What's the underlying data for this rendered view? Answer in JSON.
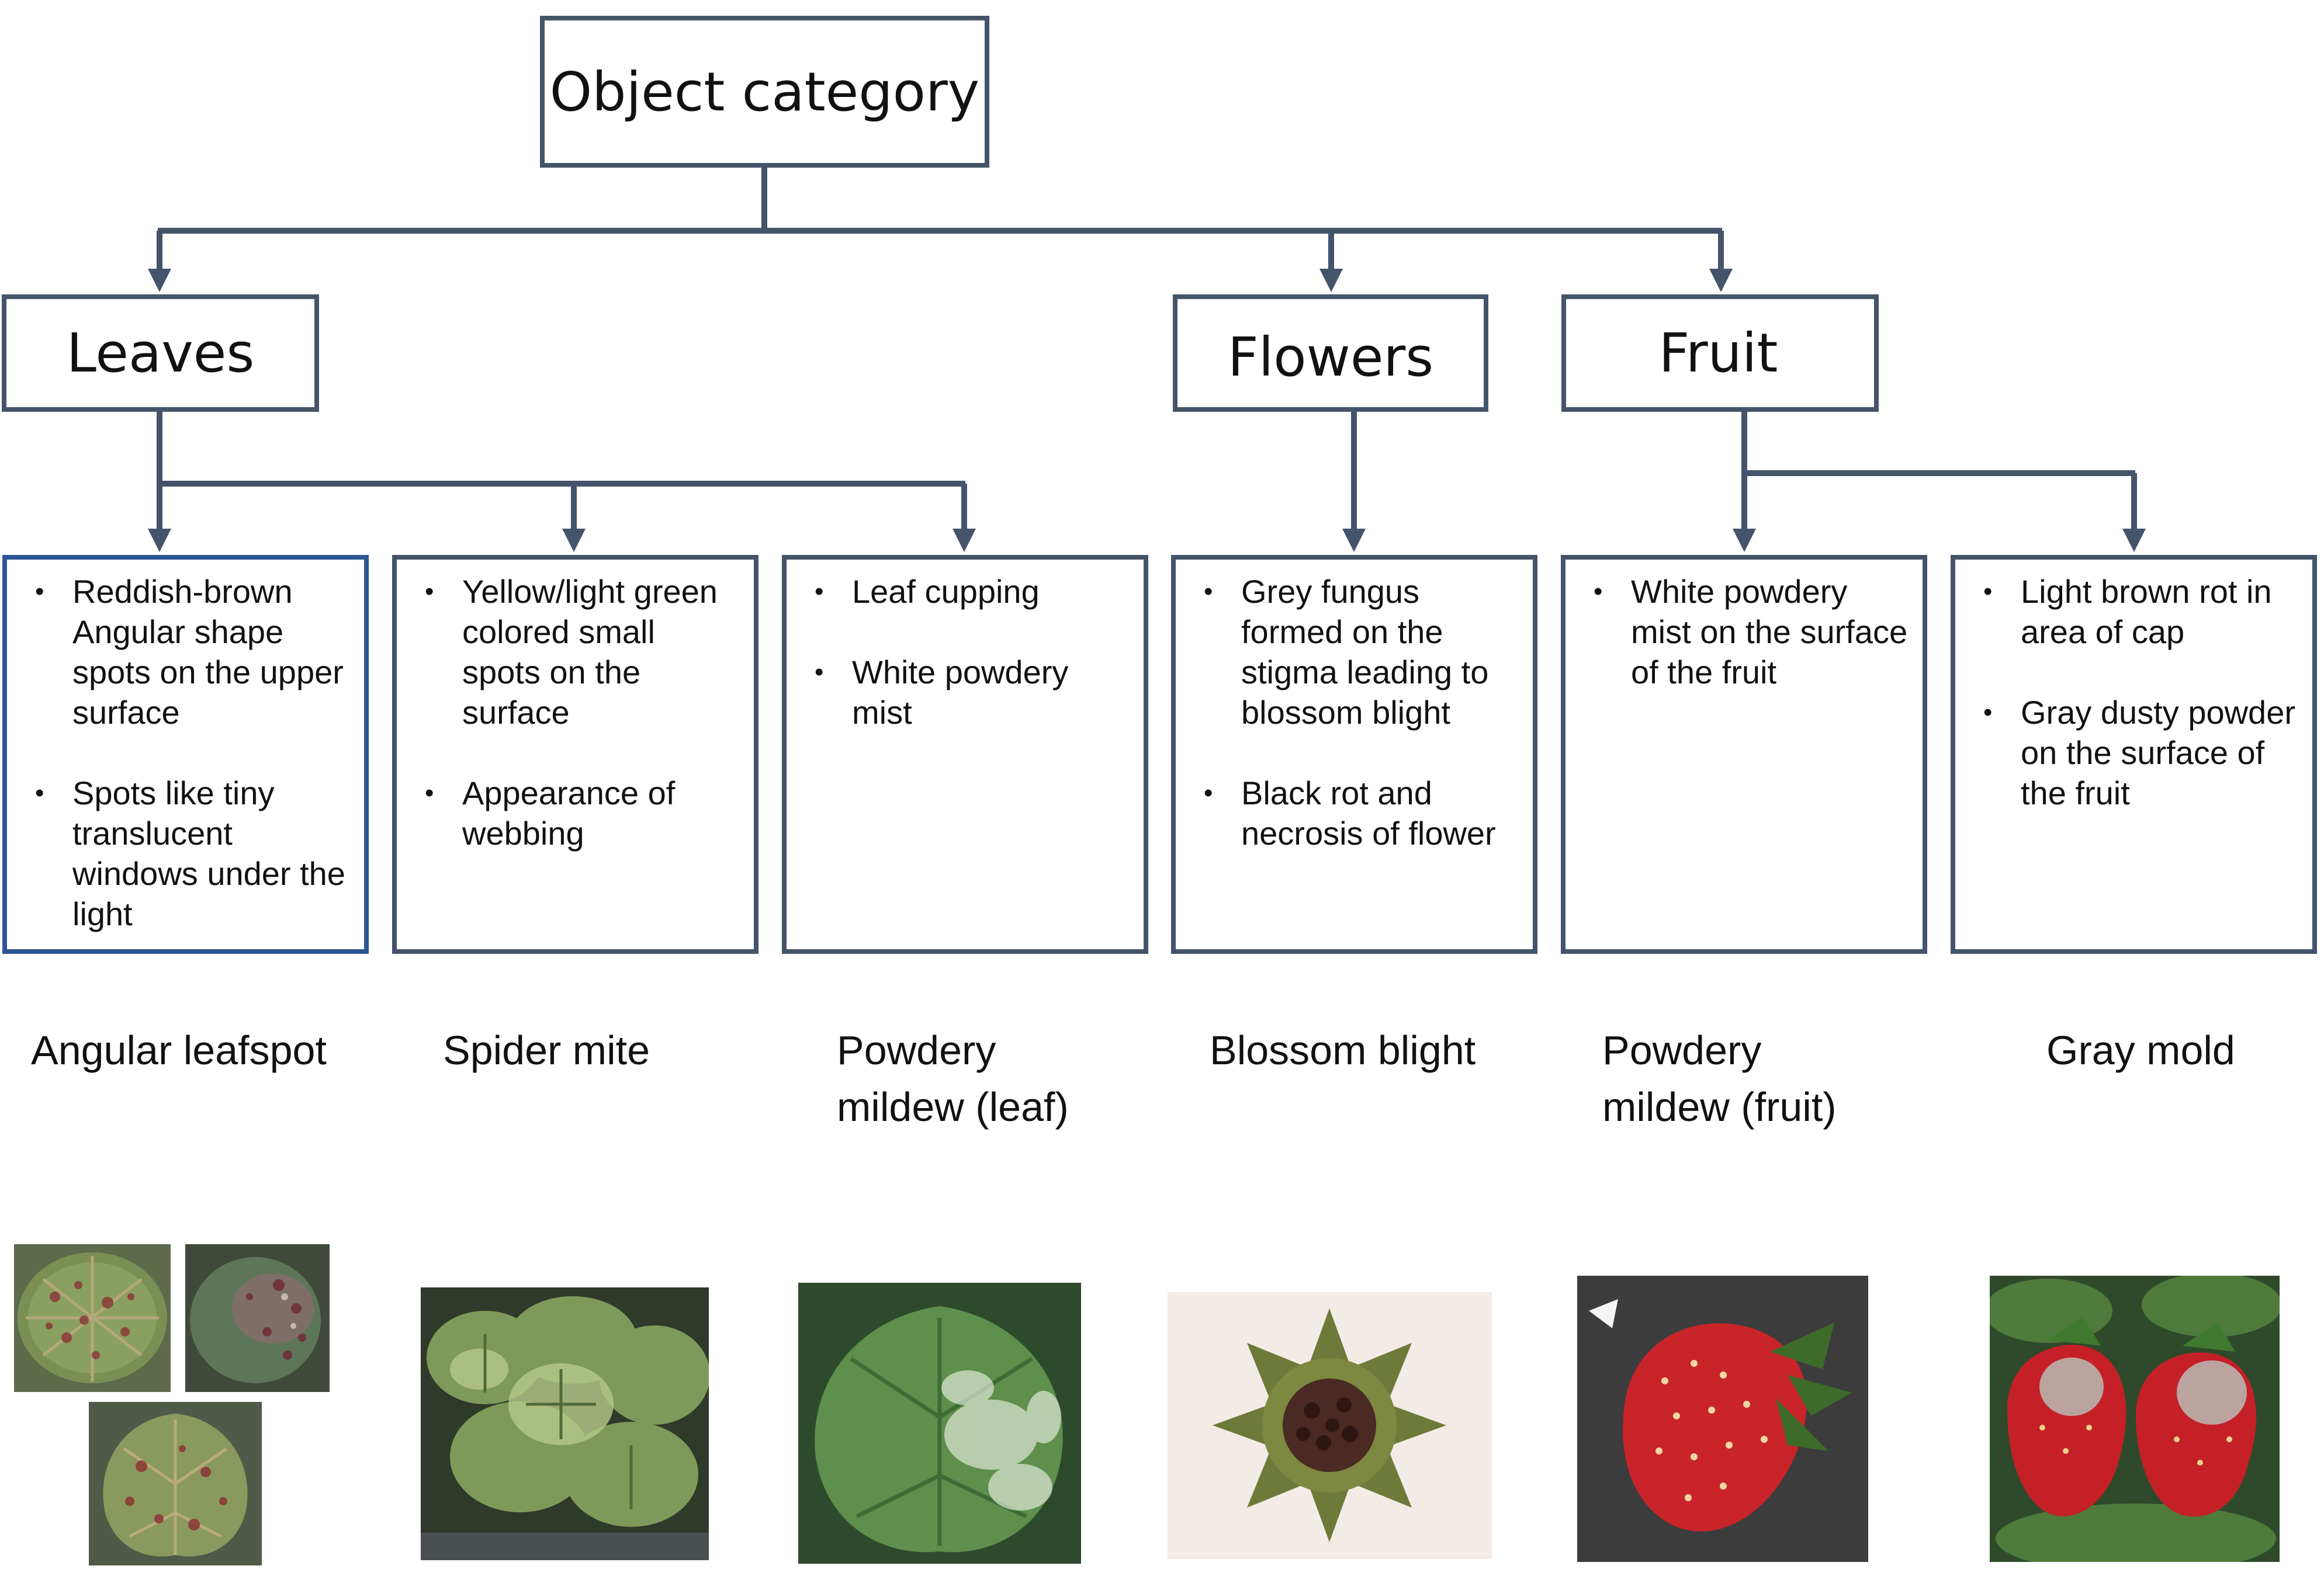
{
  "root": {
    "label": "Object category"
  },
  "categories": {
    "leaves": "Leaves",
    "flowers": "Flowers",
    "fruit": "Fruit"
  },
  "diseases": [
    {
      "name": "Angular leafspot",
      "symptoms": [
        "Reddish-brown Angular shape spots on the upper surface",
        "Spots like tiny translucent windows under the light"
      ],
      "photo": "leaves with reddish-brown angular spots"
    },
    {
      "name": "Spider mite",
      "symptoms": [
        "Yellow/light green colored small spots on the surface",
        "Appearance of webbing"
      ],
      "photo": "strawberry plant leaves"
    },
    {
      "name": "Powdery mildew (leaf)",
      "symptoms": [
        "Leaf cupping",
        "White powdery mist"
      ],
      "photo": "leaf with white powdery patches"
    },
    {
      "name": "Blossom blight",
      "symptoms": [
        "Grey fungus formed on the stigma leading to blossom blight",
        "Black rot and necrosis of flower"
      ],
      "photo": "necrotic flower"
    },
    {
      "name": "Powdery mildew (fruit)",
      "symptoms": [
        "White powdery mist on the surface of the fruit"
      ],
      "photo": "red strawberry"
    },
    {
      "name": "Gray mold",
      "symptoms": [
        "Light brown rot in area of cap",
        "Gray dusty powder on the surface of the fruit"
      ],
      "photo": "strawberries with gray mold"
    }
  ],
  "colors": {
    "border": "#44546a",
    "highlight_border": "#2e5593",
    "text": "#111111"
  }
}
